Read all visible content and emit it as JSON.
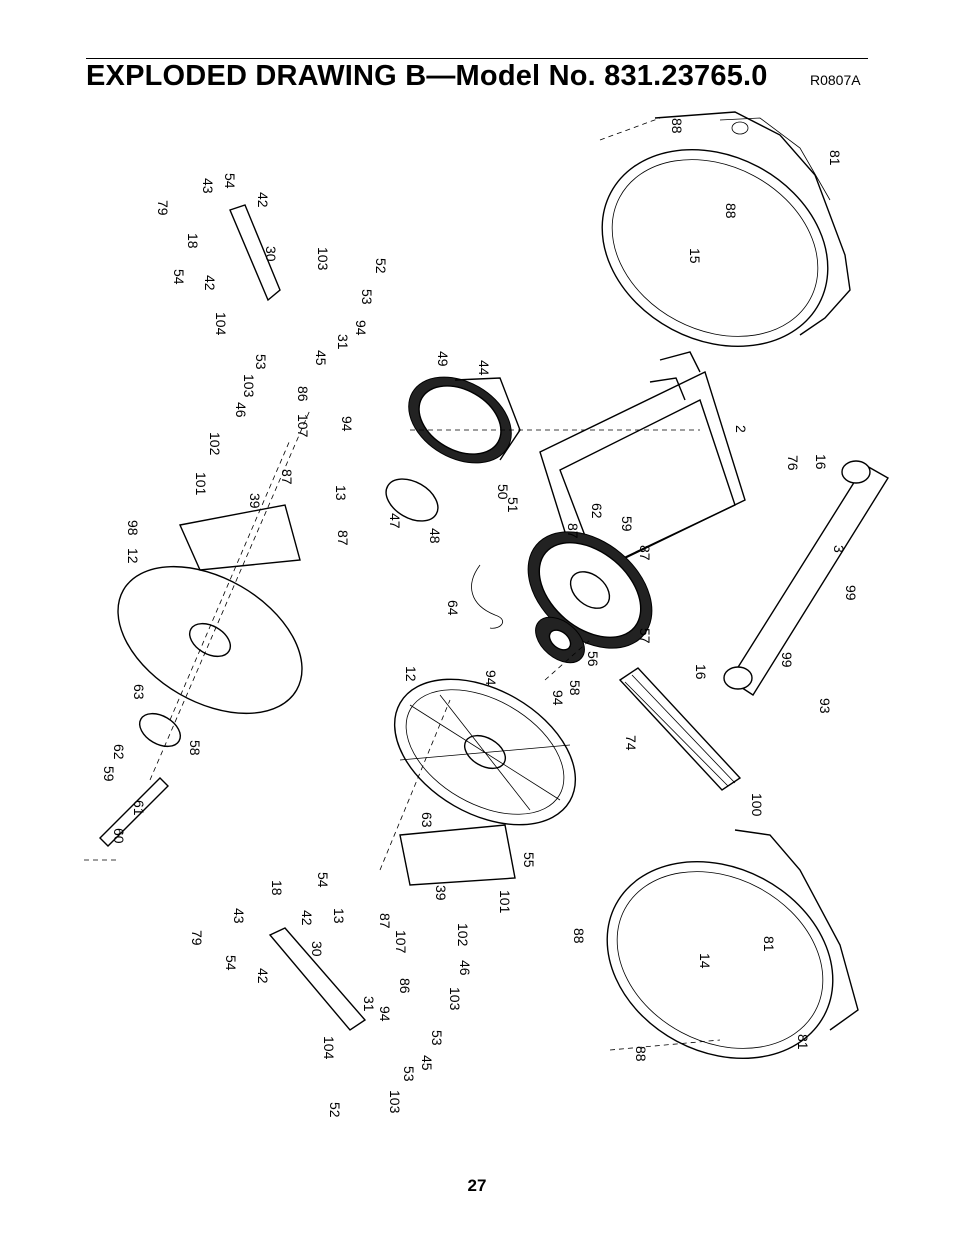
{
  "header": {
    "title": "EXPLODED DRAWING B—Model No. 831.23765.0",
    "drawing_code": "R0807A"
  },
  "footer": {
    "page_number": "27"
  },
  "drawing": {
    "callouts": [
      "88",
      "81",
      "88",
      "15",
      "79",
      "43",
      "54",
      "42",
      "18",
      "30",
      "54",
      "42",
      "103",
      "52",
      "53",
      "104",
      "94",
      "31",
      "45",
      "53",
      "103",
      "86",
      "46",
      "107",
      "102",
      "49",
      "44",
      "94",
      "2",
      "13",
      "101",
      "39",
      "87",
      "47",
      "48",
      "51",
      "50",
      "87",
      "62",
      "59",
      "76",
      "16",
      "98",
      "87",
      "12",
      "3",
      "64",
      "87",
      "57",
      "99",
      "94",
      "56",
      "94",
      "58",
      "16",
      "63",
      "12",
      "93",
      "99",
      "62",
      "58",
      "59",
      "61",
      "60",
      "74",
      "100",
      "63",
      "55",
      "18",
      "54",
      "43",
      "87",
      "39",
      "13",
      "42",
      "79",
      "107",
      "101",
      "30",
      "54",
      "102",
      "88",
      "14",
      "86",
      "46",
      "42",
      "81",
      "94",
      "31",
      "103",
      "104",
      "53",
      "45",
      "81",
      "88",
      "53",
      "52",
      "103"
    ]
  }
}
